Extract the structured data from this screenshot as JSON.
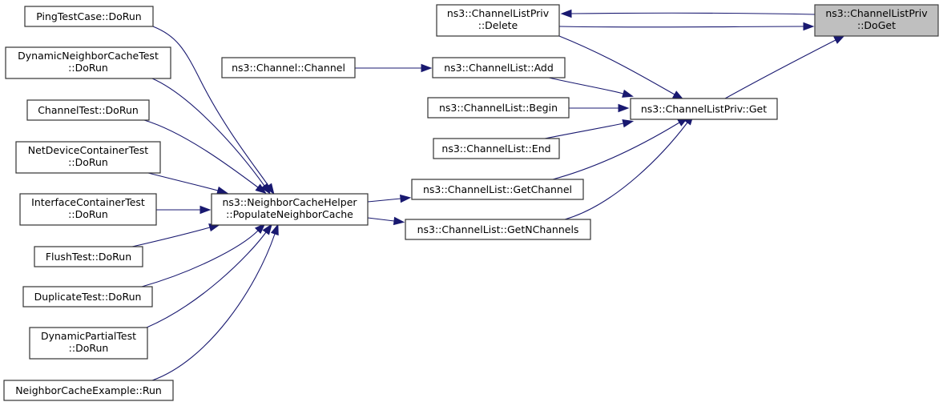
{
  "diagram": {
    "type": "caller-graph",
    "edge_color": "#191970",
    "current_node_fill": "#bfbfbf",
    "nodes": [
      {
        "id": "doget",
        "lines": [
          "ns3::ChannelListPriv",
          "::DoGet"
        ],
        "current": true
      },
      {
        "id": "delete",
        "lines": [
          "ns3::ChannelListPriv",
          "::Delete"
        ]
      },
      {
        "id": "get",
        "lines": [
          "ns3::ChannelListPriv::Get"
        ]
      },
      {
        "id": "add",
        "lines": [
          "ns3::ChannelList::Add"
        ]
      },
      {
        "id": "begin",
        "lines": [
          "ns3::ChannelList::Begin"
        ]
      },
      {
        "id": "end",
        "lines": [
          "ns3::ChannelList::End"
        ]
      },
      {
        "id": "getchannel",
        "lines": [
          "ns3::ChannelList::GetChannel"
        ]
      },
      {
        "id": "getnchannels",
        "lines": [
          "ns3::ChannelList::GetNChannels"
        ]
      },
      {
        "id": "channel",
        "lines": [
          "ns3::Channel::Channel"
        ]
      },
      {
        "id": "populate",
        "lines": [
          "ns3::NeighborCacheHelper",
          "::PopulateNeighborCache"
        ]
      },
      {
        "id": "ping",
        "lines": [
          "PingTestCase::DoRun"
        ]
      },
      {
        "id": "dynnc",
        "lines": [
          "DynamicNeighborCacheTest",
          "::DoRun"
        ]
      },
      {
        "id": "chtest",
        "lines": [
          "ChannelTest::DoRun"
        ]
      },
      {
        "id": "netdev",
        "lines": [
          "NetDeviceContainerTest",
          "::DoRun"
        ]
      },
      {
        "id": "iface",
        "lines": [
          "InterfaceContainerTest",
          "::DoRun"
        ]
      },
      {
        "id": "flush",
        "lines": [
          "FlushTest::DoRun"
        ]
      },
      {
        "id": "dup",
        "lines": [
          "DuplicateTest::DoRun"
        ]
      },
      {
        "id": "dynpart",
        "lines": [
          "DynamicPartialTest",
          "::DoRun"
        ]
      },
      {
        "id": "ncex",
        "lines": [
          "NeighborCacheExample::Run"
        ]
      }
    ],
    "edges": [
      {
        "from": "doget",
        "to": "delete"
      },
      {
        "from": "delete",
        "to": "doget"
      },
      {
        "from": "get",
        "to": "doget"
      },
      {
        "from": "delete",
        "to": "get"
      },
      {
        "from": "add",
        "to": "get"
      },
      {
        "from": "begin",
        "to": "get"
      },
      {
        "from": "end",
        "to": "get"
      },
      {
        "from": "getchannel",
        "to": "get"
      },
      {
        "from": "getnchannels",
        "to": "get"
      },
      {
        "from": "channel",
        "to": "add"
      },
      {
        "from": "populate",
        "to": "getchannel"
      },
      {
        "from": "populate",
        "to": "getnchannels"
      },
      {
        "from": "ping",
        "to": "populate"
      },
      {
        "from": "dynnc",
        "to": "populate"
      },
      {
        "from": "chtest",
        "to": "populate"
      },
      {
        "from": "netdev",
        "to": "populate"
      },
      {
        "from": "iface",
        "to": "populate"
      },
      {
        "from": "flush",
        "to": "populate"
      },
      {
        "from": "dup",
        "to": "populate"
      },
      {
        "from": "dynpart",
        "to": "populate"
      },
      {
        "from": "ncex",
        "to": "populate"
      }
    ]
  }
}
